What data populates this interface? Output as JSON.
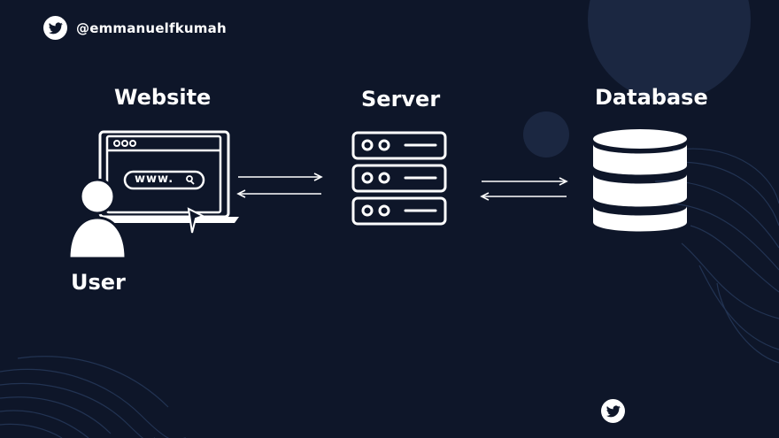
{
  "header": {
    "handle": "@emmanuelfkumah",
    "brand_icon": "twitter-bird-icon"
  },
  "diagram": {
    "nodes": {
      "website": "Website",
      "server": "Server",
      "database": "Database",
      "user": "User"
    },
    "url_text": "www.",
    "edges": [
      {
        "from": "website",
        "to": "server",
        "direction": "bidirectional"
      },
      {
        "from": "server",
        "to": "database",
        "direction": "bidirectional"
      }
    ]
  },
  "footer": {
    "brand_icon": "twitter-bird-icon"
  },
  "colors": {
    "background": "#0e1629",
    "foreground": "#ffffff",
    "decoration": "#1f2c48"
  }
}
